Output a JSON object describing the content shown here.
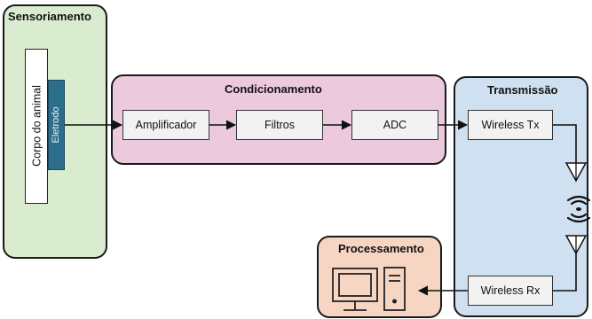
{
  "sensing": {
    "title": "Sensoriamento",
    "body_label": "Corpo do animal",
    "electrode_label": "Eletrodo"
  },
  "conditioning": {
    "title": "Condicionamento",
    "blocks": [
      "Amplificador",
      "Filtros",
      "ADC"
    ]
  },
  "transmission": {
    "title": "Transmissão",
    "tx_label": "Wireless Tx",
    "rx_label": "Wireless Rx"
  },
  "processing": {
    "title": "Processamento"
  },
  "colors": {
    "sensing_bg": "#d9ecd0",
    "conditioning_bg": "#edc9de",
    "transmission_bg": "#cfe0f0",
    "processing_bg": "#f6d5c2",
    "electrode_bg": "#2c6e8c",
    "block_bg": "#f2f2f2"
  }
}
